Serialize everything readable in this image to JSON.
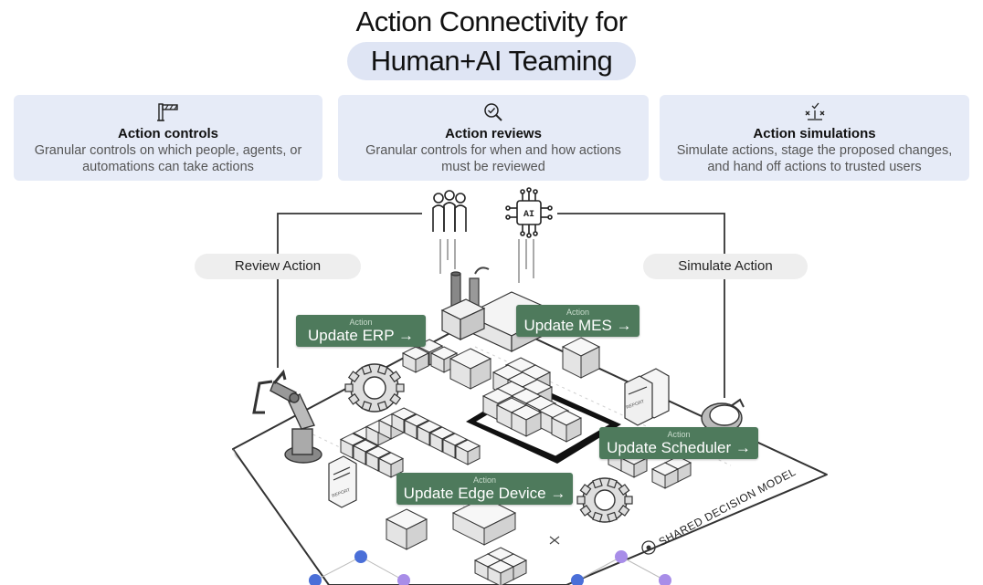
{
  "title": {
    "line1": "Action Connectivity for",
    "line2": "Human+AI Teaming"
  },
  "cards": [
    {
      "icon": "barrier-gate-icon",
      "title": "Action controls",
      "desc_line1": "Granular controls on which people, agents, or",
      "desc_line2": "automations can take actions"
    },
    {
      "icon": "magnifier-check-icon",
      "title": "Action reviews",
      "desc_line1": "Granular controls for when and how actions",
      "desc_line2": "must be reviewed"
    },
    {
      "icon": "simulation-icon",
      "title": "Action simulations",
      "desc_line1": "Simulate actions, stage the proposed changes,",
      "desc_line2": "and hand off actions to trusted users"
    }
  ],
  "flow": {
    "left_pill": "Review Action",
    "right_pill": "Simulate Action",
    "people_icon": "people-group-icon",
    "ai_icon": "ai-chip-icon",
    "ai_chip_text": "AI"
  },
  "actions": [
    {
      "tag": "Action",
      "label": "Update ERP →"
    },
    {
      "tag": "Action",
      "label": "Update MES →"
    },
    {
      "tag": "Action",
      "label": "Update Scheduler →"
    },
    {
      "tag": "Action",
      "label": "Update Edge Device →"
    }
  ],
  "platform": {
    "caption": "SHARED DECISION MODEL",
    "report_text": "REPORT",
    "colors": {
      "label_green": "#4e7a5c",
      "card_blue": "#e6ebf7",
      "node_blue": "#4a6fd8",
      "node_purple": "#a88de8"
    }
  }
}
